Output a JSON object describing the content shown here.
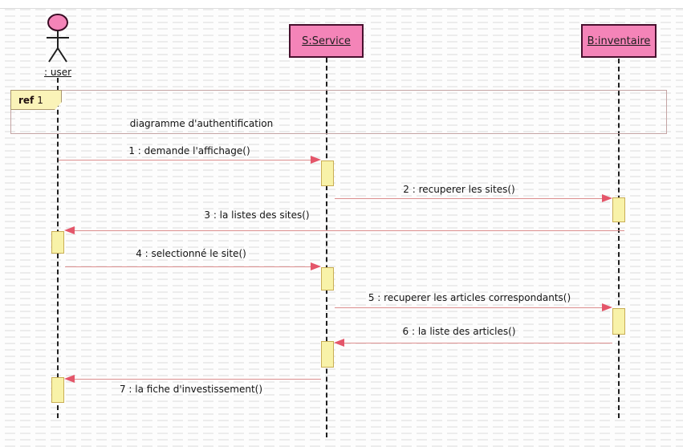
{
  "diagram_type": "uml-sequence",
  "actor": {
    "label": ": user"
  },
  "objects": [
    {
      "label": "S:Service"
    },
    {
      "label": "B:inventaire"
    }
  ],
  "ref_fragment": {
    "keyword": "ref",
    "number": "1",
    "body": "diagramme d'authentification"
  },
  "messages": [
    {
      "text": "1 : demande l'affichage()"
    },
    {
      "text": "2 : recuperer les sites()"
    },
    {
      "text": "3 : la listes des sites()"
    },
    {
      "text": "4 : selectionné le site()"
    },
    {
      "text": "5 : recuperer les articles correspondants()"
    },
    {
      "text": "6 : la liste des articles()"
    },
    {
      "text": "7 : la fiche d'investissement()"
    }
  ],
  "colors": {
    "object_fill": "#f484b8",
    "object_border": "#48102e",
    "activation_fill": "#f8f2a8",
    "activation_border": "#c9ae55",
    "message_line": "#dc8f8f",
    "arrowhead": "#e4566a",
    "frame_border": "#c4a4a4",
    "pentagon_fill": "#faf3b8",
    "lifeline": "#1f1f1f"
  }
}
